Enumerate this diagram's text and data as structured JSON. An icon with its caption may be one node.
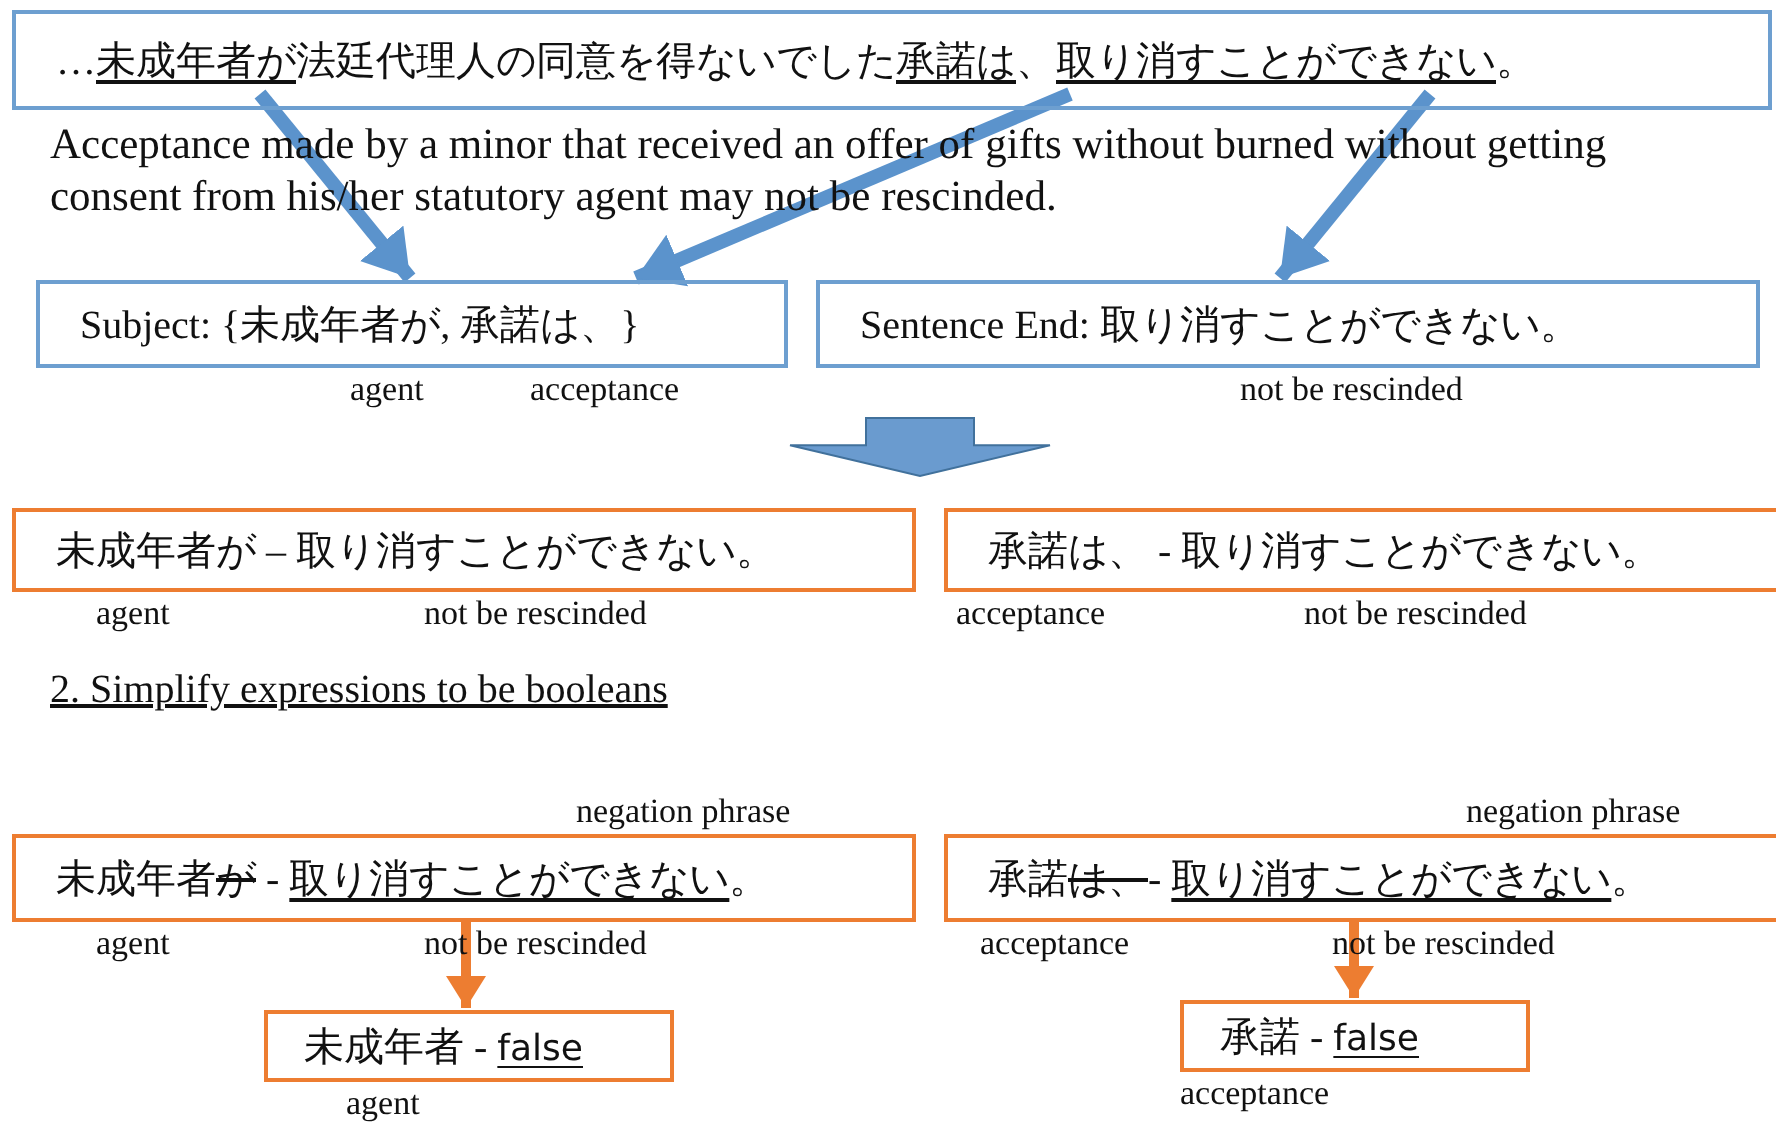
{
  "diagram": {
    "nodes": [
      {
        "text": [
          "…未成年者が法廷代理人の同意を得ないでした承諾は、取り消すことができない。"
        ]
      },
      {
        "text": [
          "Subject: {未成年者が, 承諾は、}"
        ],
        "beside": [
          "agent",
          "acceptance"
        ]
      },
      {
        "text": [
          "Sentence End: 取り消すことができない。"
        ],
        "beside": [
          "not be rescinded"
        ]
      },
      {
        "text": [
          "未成年者が – 取り消すことができない。"
        ],
        "beside": [
          "agent",
          "not be rescinded"
        ]
      },
      {
        "text": [
          "承諾は、 - 取り消すことができない。"
        ],
        "beside": [
          "acceptance",
          "not be rescinded"
        ]
      },
      {
        "text": [
          "未成年者が - 取り消すことができない。"
        ],
        "beside": [
          "negation phrase",
          "agent",
          "not be rescinded"
        ]
      },
      {
        "text": [
          "承諾は、- 取り消すことができない。"
        ],
        "beside": [
          "negation phrase",
          "acceptance",
          "not be rescinded"
        ]
      },
      {
        "text": [
          "未成年者 - false"
        ],
        "beside": [
          "agent"
        ]
      },
      {
        "text": [
          "承諾 - false"
        ],
        "beside": [
          "acceptance"
        ]
      }
    ],
    "edges": [
      {
        "from": 0,
        "to": 1,
        "arrow": "to"
      },
      {
        "from": 0,
        "to": 1,
        "arrow": "to"
      },
      {
        "from": 0,
        "to": 2,
        "arrow": "to"
      },
      {
        "from": 5,
        "to": 7,
        "arrow": "to",
        "color": "#ed7d31"
      },
      {
        "from": 6,
        "to": 8,
        "arrow": "to",
        "color": "#ed7d31"
      },
      {
        "from": 1,
        "to": 3,
        "arrow": "to",
        "style": "thick"
      }
    ],
    "labels": [
      "Acceptance made by a minor that received an offer of gifts without burned without getting consent from his/her statutory agent may not be rescinded.",
      "2. Simplify expressions to be booleans"
    ]
  }
}
